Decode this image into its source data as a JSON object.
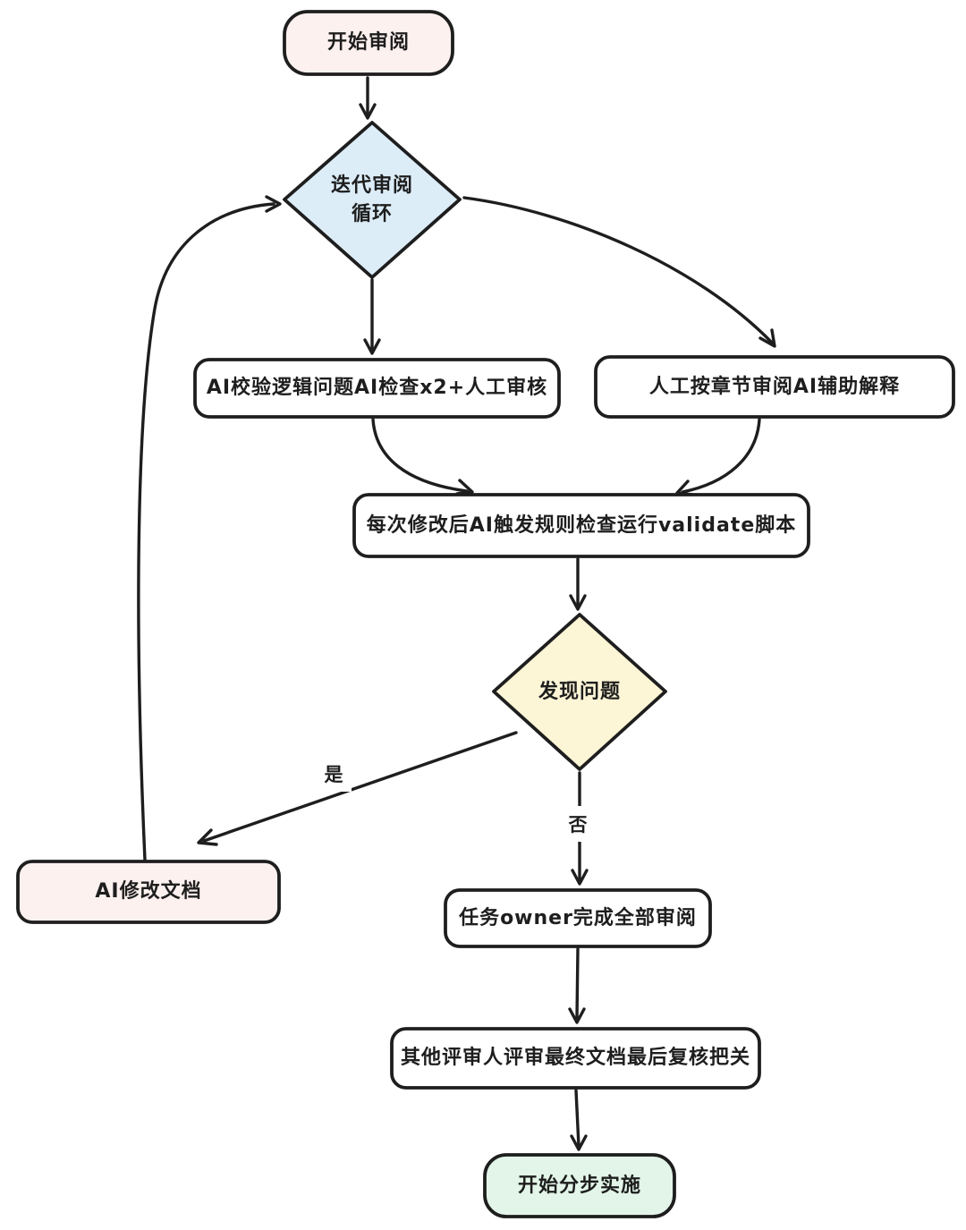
{
  "diagram": {
    "background_color": "#ffffff",
    "stroke_color": "#1e1e1e",
    "nodes": {
      "start": {
        "label": "开始审阅",
        "fill": "#fdf1ef",
        "shape": "rounded-rect"
      },
      "loop_decision": {
        "label": "迭代审阅\n循环",
        "fill": "#dcedf8",
        "shape": "diamond"
      },
      "ai_check": {
        "label": "AI校验逻辑问题AI检查x2+人工审核",
        "fill": "#ffffff",
        "shape": "rect"
      },
      "human_review": {
        "label": "人工按章节审阅AI辅助解释",
        "fill": "#ffffff",
        "shape": "rect"
      },
      "validate_run": {
        "label": "每次修改后AI触发规则检查运行validate脚本",
        "fill": "#ffffff",
        "shape": "rect"
      },
      "found_issue": {
        "label": "发现问题",
        "fill": "#fcf5d6",
        "shape": "diamond"
      },
      "ai_fix": {
        "label": "AI修改文档",
        "fill": "#fdf1ef",
        "shape": "rect"
      },
      "owner_done": {
        "label": "任务owner完成全部审阅",
        "fill": "#ffffff",
        "shape": "rect"
      },
      "final_review": {
        "label": "其他评审人评审最终文档最后复核把关",
        "fill": "#ffffff",
        "shape": "rect"
      },
      "end": {
        "label": "开始分步实施",
        "fill": "#e2f5e8",
        "shape": "rounded-rect"
      }
    },
    "edge_labels": {
      "yes": "是",
      "no": "否"
    }
  }
}
